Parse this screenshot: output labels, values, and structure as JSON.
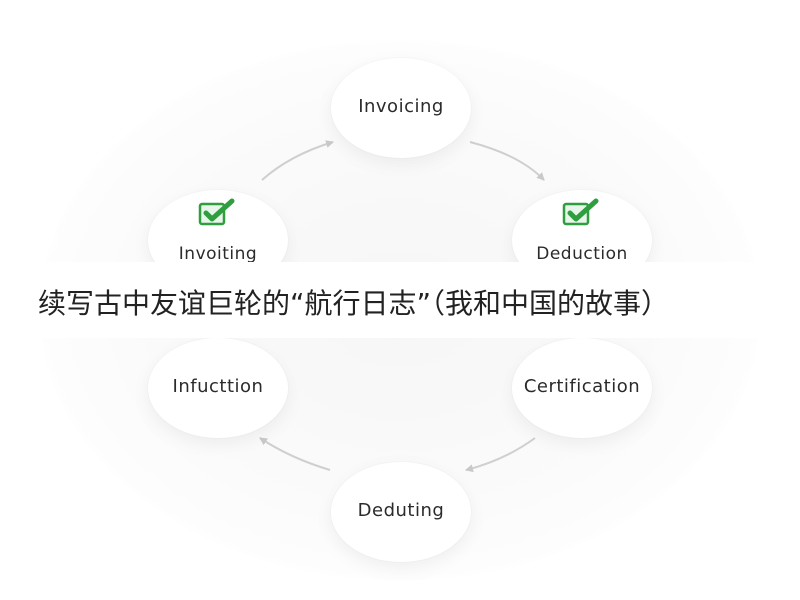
{
  "diagram": {
    "nodes": {
      "top": {
        "label": "Invoicing",
        "icon": null
      },
      "right_upper": {
        "label": "Deduction",
        "icon": "green-checkbox-icon"
      },
      "right_lower": {
        "label": "Certification",
        "icon": null
      },
      "bottom": {
        "label": "Deduting",
        "icon": null
      },
      "left_lower": {
        "label": "Infucttion",
        "icon": null
      },
      "left_upper": {
        "label": "Invoiting",
        "icon": "green-checkbox-icon"
      }
    },
    "check_color": "#2e9e3f",
    "arrow_color": "#c9c9c9"
  },
  "overlay": {
    "caption": "续写古中友谊巨轮的“航行日志”（我和中国的故事）"
  }
}
